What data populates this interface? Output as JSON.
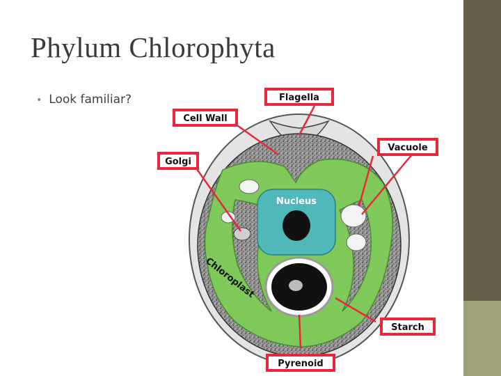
{
  "slide": {
    "title": "Phylum Chlorophyta",
    "bullet": "Look familiar?"
  },
  "diagram": {
    "labels": {
      "flagella": "Flagella",
      "cell_wall": "Cell Wall",
      "vacuole": "Vacuole",
      "golgi": "Golgi",
      "nucleus": "Nucleus",
      "chloroplast": "Chloroplast",
      "starch": "Starch",
      "pyrenoid": "Pyrenoid"
    },
    "colors": {
      "label_box": "#e8283a",
      "chloroplast": "#7fc95a",
      "nucleus": "#4fb8b8",
      "sidebar": "#675f49",
      "sidebar_accent": "#a0a07a"
    }
  }
}
